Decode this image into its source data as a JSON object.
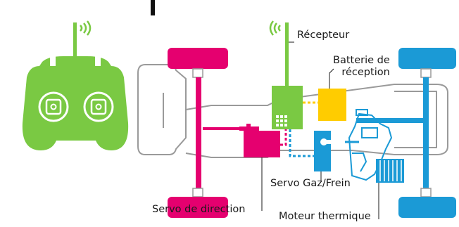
{
  "labels": {
    "recepteur": "Récepteur",
    "batterie_line1": "Batterie de",
    "batterie_line2": "réception",
    "servo_gaz": "Servo Gaz/Frein",
    "servo_direction": "Servo de direction",
    "moteur": "Moteur thermique"
  },
  "icons": [
    "radio-transmitter-icon",
    "radio-wave-icon",
    "wheel-icon",
    "receiver-icon",
    "battery-icon",
    "servo-icon",
    "engine-icon"
  ],
  "colors": {
    "transmitter": "#7ac943",
    "receiver": "#7ac943",
    "front_wheels": "#e5006f",
    "rear_wheels": "#1b9ad6",
    "battery": "#ffcc00",
    "steering_servo": "#e5006f",
    "throttle_servo": "#1b9ad6",
    "engine": "#1b9ad6",
    "chassis_outline": "#9a9a9a"
  }
}
